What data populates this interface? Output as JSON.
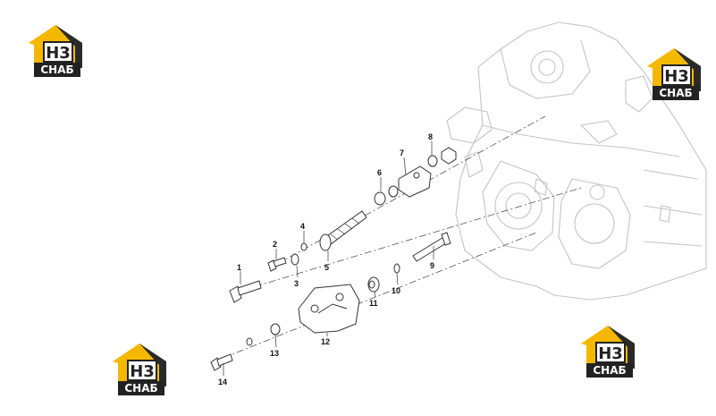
{
  "logo": {
    "mark": "Н3",
    "text": "СНАБ"
  },
  "callouts": [
    {
      "id": "1",
      "label": "1"
    },
    {
      "id": "2",
      "label": "2"
    },
    {
      "id": "3",
      "label": "3"
    },
    {
      "id": "4",
      "label": "4"
    },
    {
      "id": "5",
      "label": "5"
    },
    {
      "id": "6",
      "label": "6"
    },
    {
      "id": "7",
      "label": "7"
    },
    {
      "id": "8",
      "label": "8"
    },
    {
      "id": "9",
      "label": "9"
    },
    {
      "id": "10",
      "label": "10"
    },
    {
      "id": "11",
      "label": "11"
    },
    {
      "id": "12",
      "label": "12"
    },
    {
      "id": "13",
      "label": "13"
    },
    {
      "id": "14",
      "label": "14"
    }
  ],
  "colors": {
    "brand_yellow": "#f5b800",
    "brand_dark": "#222222",
    "engine_line": "#c8c8c8",
    "part_line": "#333333"
  }
}
